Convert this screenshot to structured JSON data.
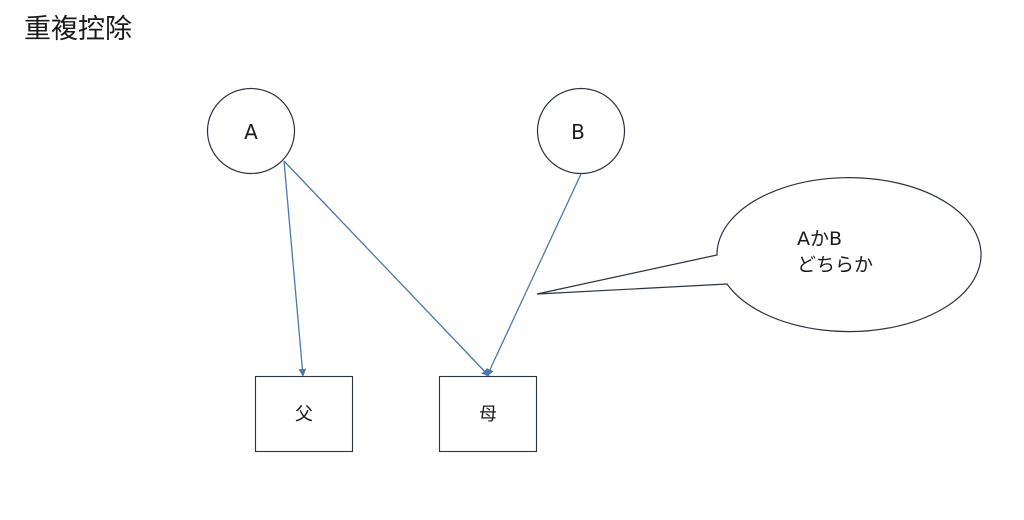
{
  "title": "重複控除",
  "nodes": {
    "a": {
      "label": "A"
    },
    "b": {
      "label": "B"
    },
    "father": {
      "label": "父"
    },
    "mother": {
      "label": "母"
    }
  },
  "callout": {
    "line1": "AかB",
    "line2": "どちらか"
  },
  "colors": {
    "arrow": "#4a78b0",
    "outline": "#2b3440"
  }
}
